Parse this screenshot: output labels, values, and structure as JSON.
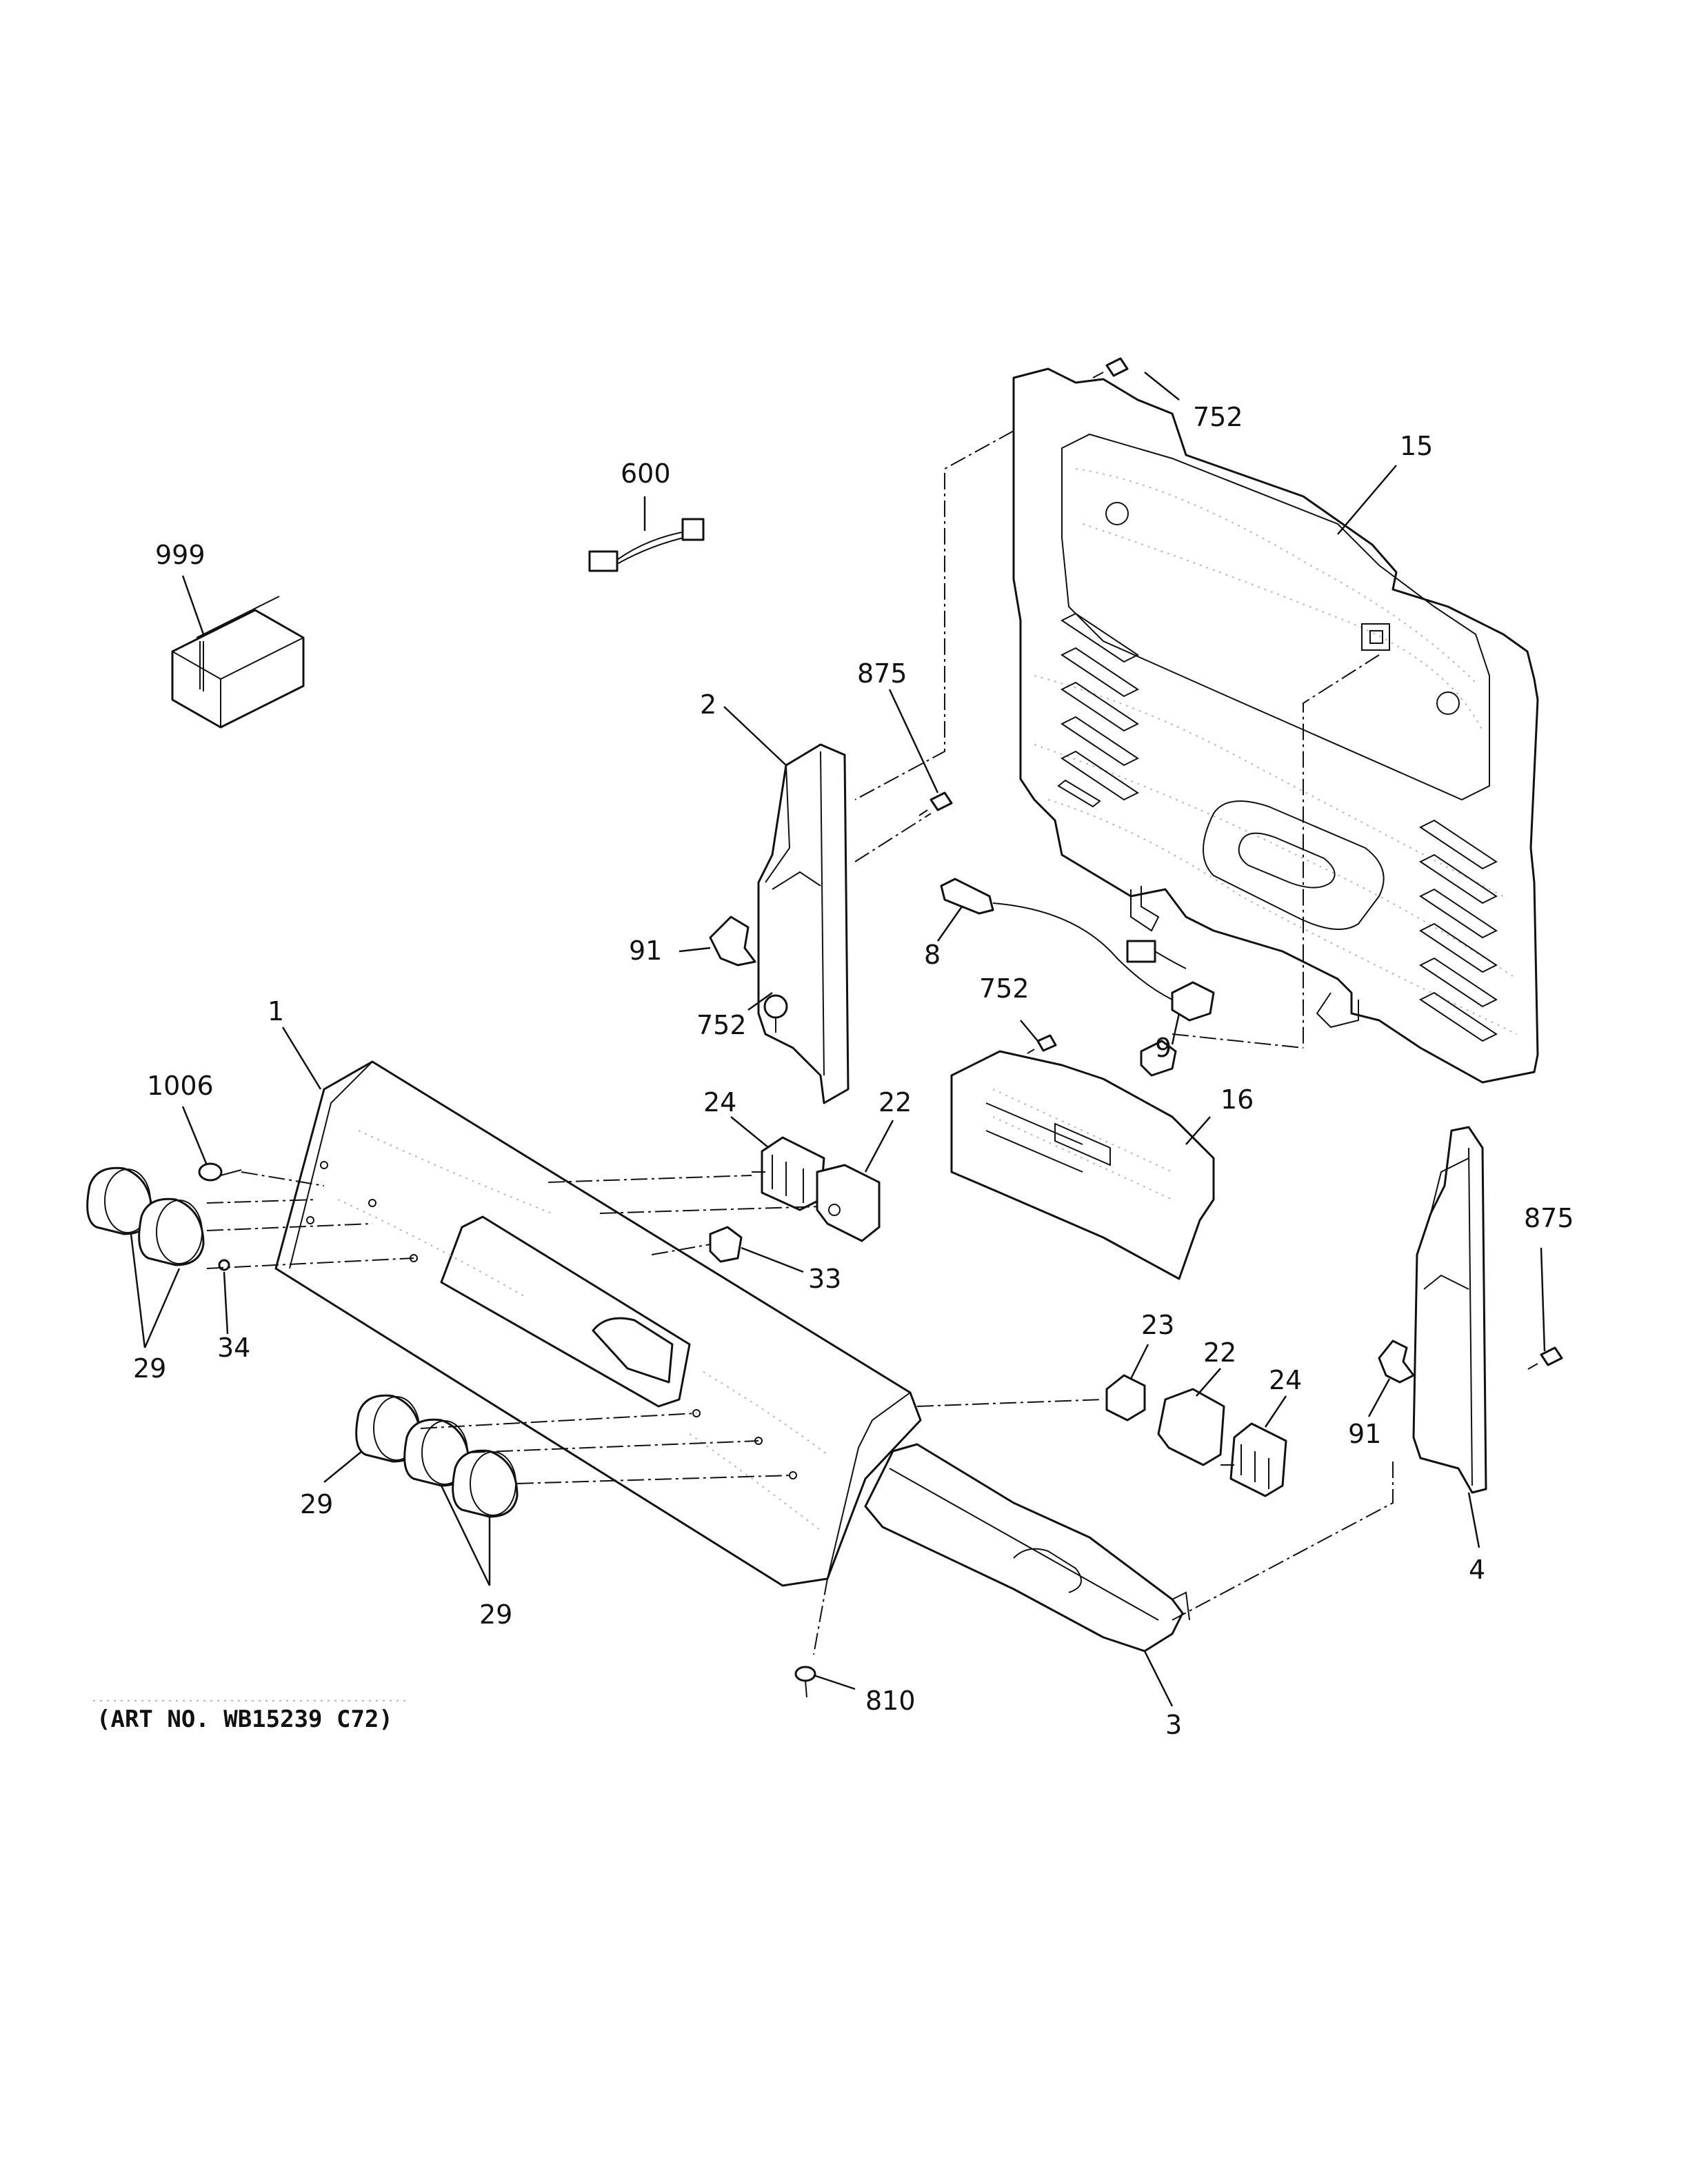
{
  "art_number": "(ART NO. WB15239 C72)",
  "callouts": {
    "c752a": "752",
    "c15": "15",
    "c600": "600",
    "c999": "999",
    "c875a": "875",
    "c2": "2",
    "c91a": "91",
    "c752b": "752",
    "c8": "8",
    "c752c": "752",
    "c9": "9",
    "c16": "16",
    "c1": "1",
    "c1006": "1006",
    "c24a": "24",
    "c22a": "22",
    "c33": "33",
    "c34": "34",
    "c29a": "29",
    "c875b": "875",
    "c23": "23",
    "c22b": "22",
    "c24b": "24",
    "c91b": "91",
    "c29b": "29",
    "c29c": "29",
    "c4": "4",
    "c810": "810",
    "c3": "3"
  }
}
